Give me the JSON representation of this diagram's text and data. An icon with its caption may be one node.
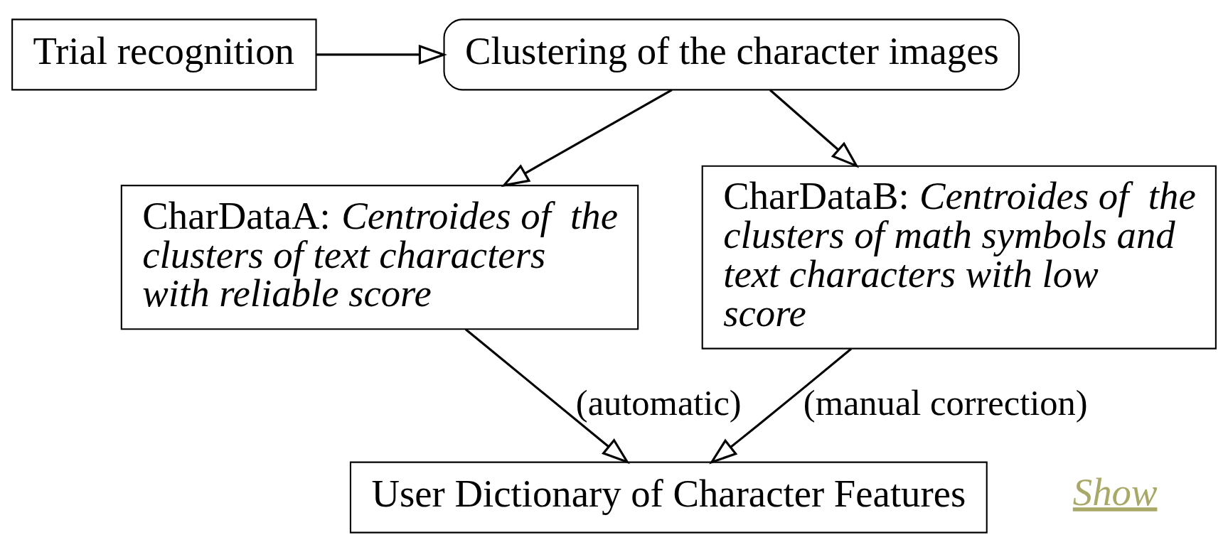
{
  "diagram": {
    "nodes": [
      {
        "text": [
          "Trial recognition"
        ]
      },
      {
        "text": [
          "Clustering of the character images"
        ]
      },
      {
        "text": [
          "CharDataA: *Centroides of  the clusters of text characters with reliable score*"
        ]
      },
      {
        "text": [
          "CharDataB: *Centroides of  the clusters of math symbols and text characters with low score*"
        ]
      },
      {
        "text": [
          "User Dictionary of Character Features"
        ]
      }
    ],
    "edges": [
      {
        "from": 0,
        "to": 1,
        "arrow": "to"
      },
      {
        "from": 1,
        "to": 2,
        "arrow": "to"
      },
      {
        "from": 1,
        "to": 3,
        "arrow": "to"
      },
      {
        "from": 2,
        "to": 4,
        "arrow": "to",
        "label": "(automatic)"
      },
      {
        "from": 3,
        "to": 4,
        "arrow": "to",
        "label": "(manual correction)"
      }
    ],
    "labels": [
      "Show"
    ]
  }
}
